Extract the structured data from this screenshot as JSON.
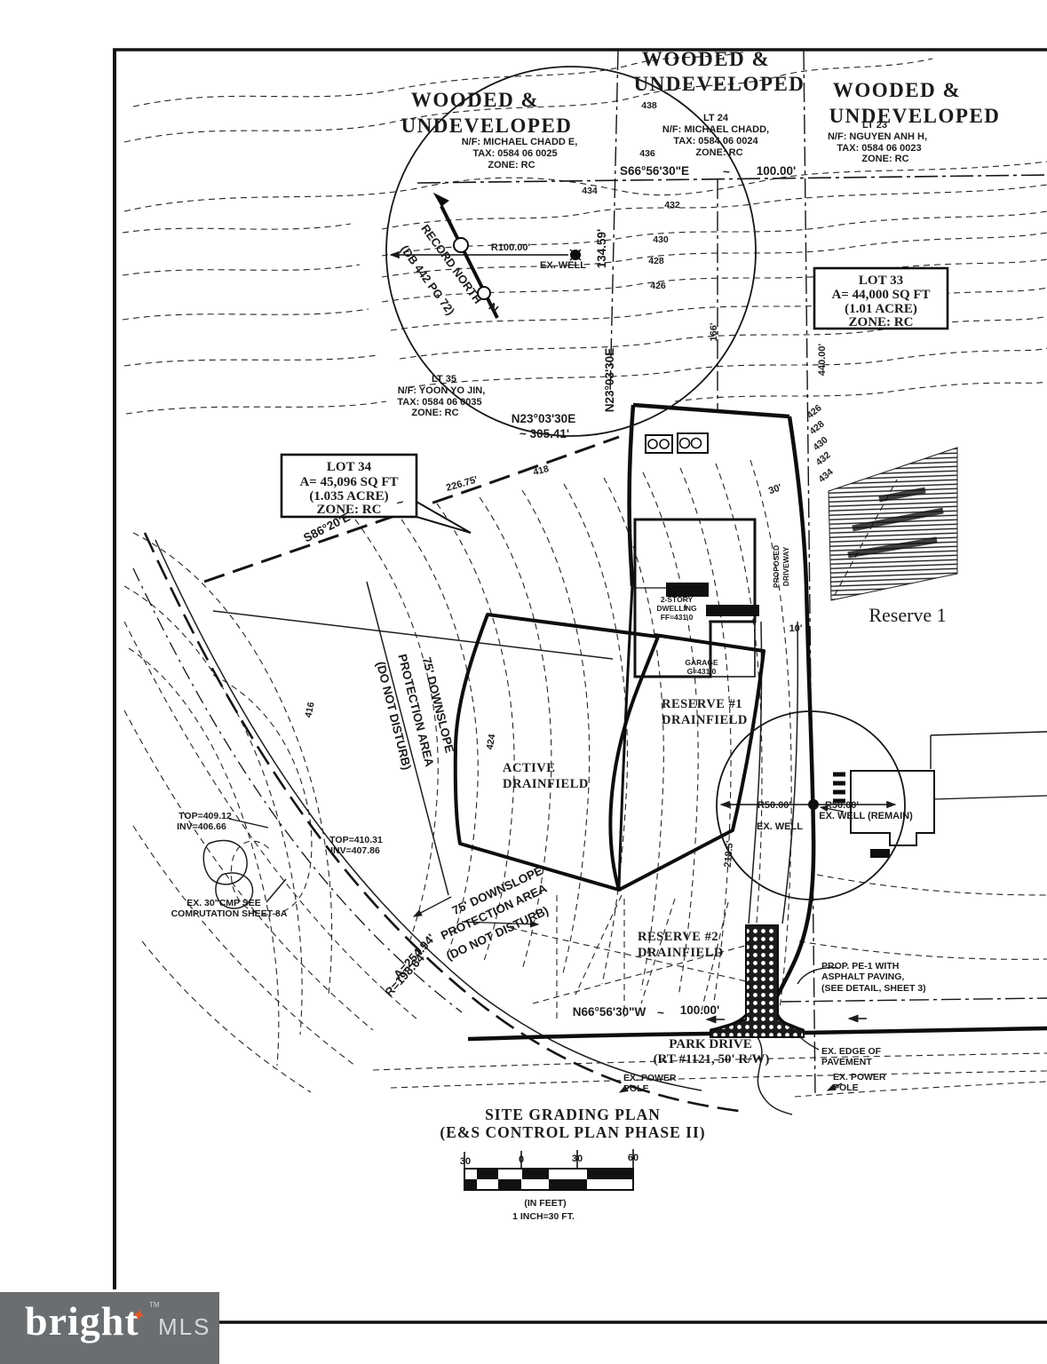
{
  "labels": {
    "wooded_a": "WOODED &",
    "wooded_b": "UNDEVELOPED",
    "p25_nf": "N/F: MICHAEL CHADD E,",
    "p25_tax": "TAX: 0584 06 0025",
    "p25_zone": "ZONE: RC",
    "p24_lt": "LT 24",
    "p24_nf": "N/F: MICHAEL CHADD,",
    "p24_tax": "TAX: 0584 06 0024",
    "p24_zone": "ZONE: RC",
    "p23_lt": "LT 23",
    "p23_nf": "N/F: NGUYEN ANH H,",
    "p23_tax": "TAX: 0584 06 0023",
    "p23_zone": "ZONE: RC",
    "p35_lt": "LT 35",
    "p35_nf": "N/F: YOON YO JIN,",
    "p35_tax": "TAX: 0584 06 0035",
    "p35_zone": "ZONE: RC",
    "lot33_1": "LOT 33",
    "lot33_2": "A= 44,000 SQ FT",
    "lot33_3": "(1.01 ACRE)",
    "lot33_4": "ZONE: RC",
    "lot34_1": "LOT 34",
    "lot34_2": "A= 45,096 SQ FT",
    "lot34_3": "(1.035 ACRE)",
    "lot34_4": "ZONE: RC",
    "brg_top": "S66°56'30\"E",
    "tilde": "~",
    "dist_top": "100.00'",
    "brg_mid": "N23°03'30E",
    "dist_mid": "~ 305.41'",
    "brg_vert": "N23°03'30E",
    "brg_bot": "N66°56'30\"W",
    "dist_bot": "100.00'",
    "brg_s86": "S86°20'E",
    "d22675": "226.75'",
    "d13459": "134.59'",
    "d166": "166'",
    "d440": "440.00'",
    "d2185": "218.5'",
    "d30": "30'",
    "d10": "10'",
    "r100": "R100.00'",
    "r50l": "R50.00'",
    "r50r": "R50.00'",
    "well_top": "EX. WELL",
    "well_remain": "EX. WELL (REMAIN)",
    "well_right": "EX. WELL",
    "rn1": "RECORD NORTH",
    "rn2": "(DB 442 PG 72)",
    "rn_n": "N",
    "ds1": "75' DOWNSLOPE",
    "ds2": "PROTECTION AREA",
    "ds3": "(DO NOT DISTURB)",
    "active1": "ACTIVE",
    "active2": "DRAINFIELD",
    "res1a": "RESERVE #1",
    "res1b": "DRAINFIELD",
    "res2a": "RESERVE #2",
    "res2b": "DRAINFIELD",
    "reserve1": "Reserve 1",
    "pdrv1": "PROPOSED",
    "pdrv2": "DRIVEWAY",
    "house1": "2-STORY",
    "house2": "DWELLING",
    "house3": "FF=431.0",
    "garage1": "GARAGE",
    "garage2": "G=431.0",
    "tp1a": "TOP=409.12",
    "tp1b": "INV=406.66",
    "tp2a": "TOP=410.31",
    "tp2b": "INV=407.86",
    "cmp1": "EX. 30\"CMP SEE",
    "cmp2": "COMPUTATION SHEET 8A",
    "arc_a": "A=254.94'",
    "arc_r": "R=198.64'",
    "park1": "PARK DRIVE",
    "park2": "(RT #1121, 50' R/W)",
    "edge1": "EX. EDGE OF",
    "edge2": "PAVEMENT",
    "pp1": "EX. POWER",
    "pp2": "POLE",
    "pe1a": "PROP. PE-1 WITH",
    "pe1b": "ASPHALT PAVING,",
    "pe1c": "(SEE DETAIL, SHEET 3)"
  },
  "contours": {
    "438": "438",
    "436": "436",
    "434": "434",
    "432": "432",
    "430": "430",
    "428": "428",
    "426": "426",
    "424": "424",
    "418": "418",
    "416": "416"
  },
  "title_block": {
    "l1": "SITE GRADING PLAN",
    "l2": "(E&S CONTROL PLAN PHASE II)"
  },
  "scalebar": {
    "n1": "30",
    "n2": "0",
    "n3": "30",
    "n4": "60",
    "units": "(IN  FEET)",
    "ratio": "1 INCH=30 FT."
  },
  "footer": {
    "brand": "bright",
    "tm": "TM",
    "suffix": "MLS",
    "star": "✦",
    "bar_color": "#6a6e71",
    "accent_color": "#e0592a"
  },
  "colors": {
    "ink": "#1b1b1b",
    "paper": "#ffffff"
  }
}
